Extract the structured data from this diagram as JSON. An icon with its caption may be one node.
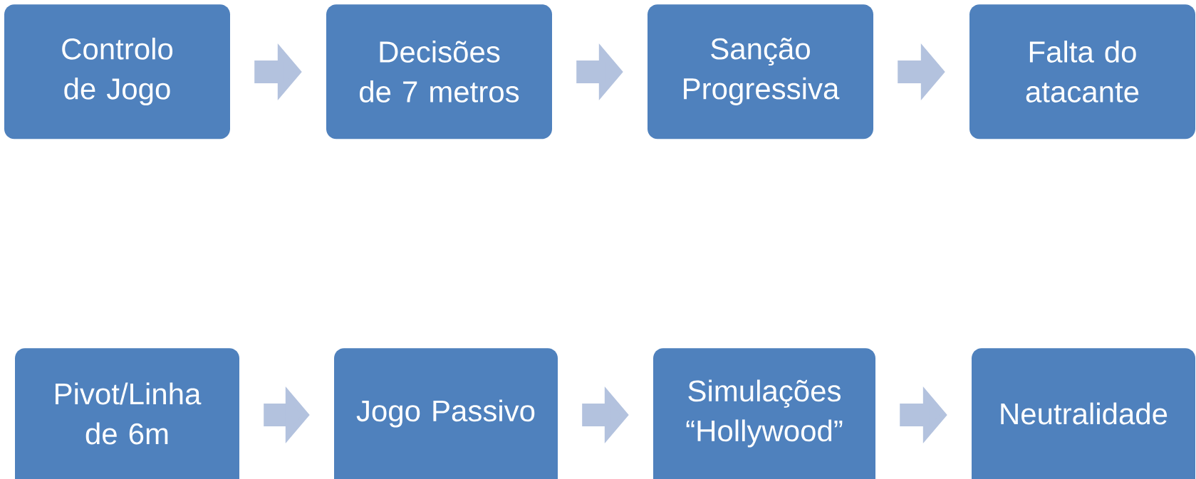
{
  "diagram": {
    "nodes": [
      {
        "text": [
          "Controlo de Jogo"
        ]
      },
      {
        "text": [
          "Decisões de 7 metros"
        ]
      },
      {
        "text": [
          "Sanção Progressiva"
        ]
      },
      {
        "text": [
          "Falta do atacante"
        ]
      },
      {
        "text": [
          "Pivot/Linha de 6m"
        ]
      },
      {
        "text": [
          "Jogo Passivo"
        ]
      },
      {
        "text": [
          "Simulações “Hollywood”"
        ]
      },
      {
        "text": [
          "Neutralidade"
        ]
      }
    ],
    "edges": [
      {
        "from": 0,
        "to": 1,
        "arrow": "to"
      },
      {
        "from": 1,
        "to": 2,
        "arrow": "to"
      },
      {
        "from": 2,
        "to": 3,
        "arrow": "to"
      },
      {
        "from": 4,
        "to": 5,
        "arrow": "to"
      },
      {
        "from": 5,
        "to": 6,
        "arrow": "to"
      },
      {
        "from": 6,
        "to": 7,
        "arrow": "to"
      }
    ]
  }
}
